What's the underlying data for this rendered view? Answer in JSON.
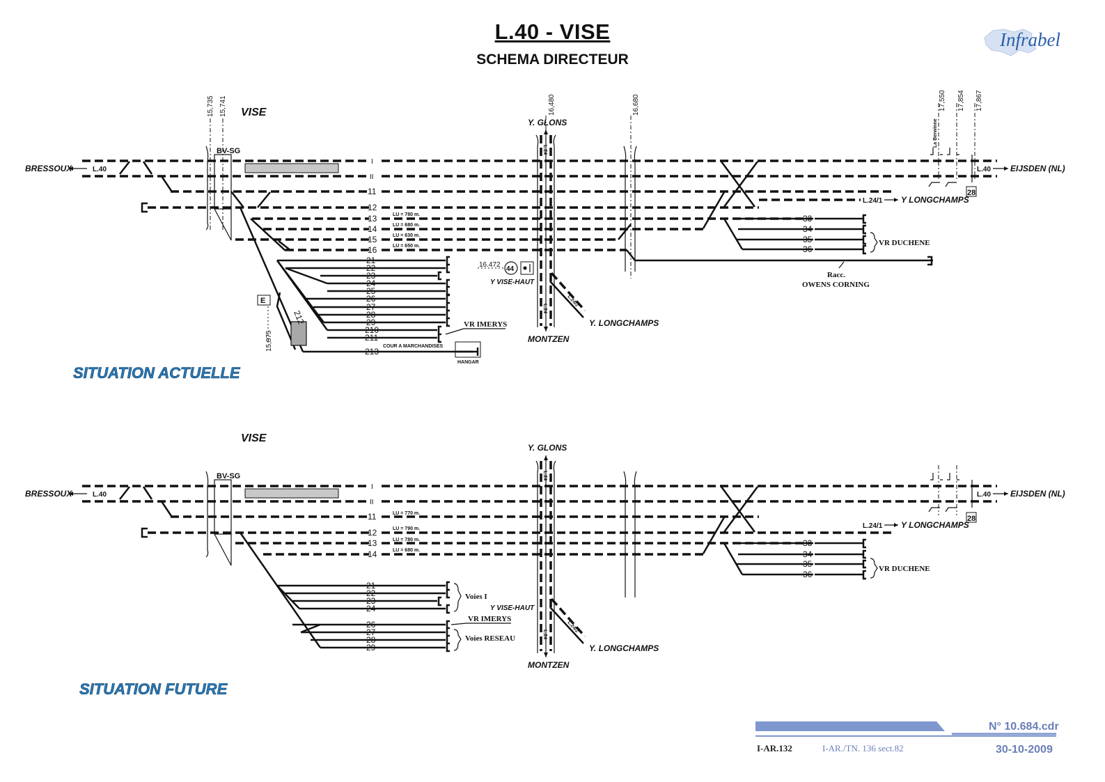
{
  "header": {
    "title": "L.40 - VISE",
    "subtitle": "SCHEMA DIRECTEUR"
  },
  "logo": {
    "text": "Infrabel",
    "color": "#2b5ea8"
  },
  "colors": {
    "section_title": "#2a7ab8",
    "footer_bar": "#7f97cf",
    "building": "#c8c8c8"
  },
  "km_markers": [
    "15,735",
    "15,741",
    "16,480",
    "16,680",
    "17,550",
    "17,854",
    "17,867",
    "15,875",
    "16.472"
  ],
  "actuelle": {
    "section_title": "SITUATION ACTUELLE",
    "station": "VISE",
    "west": "BRESSOUX",
    "east": "EIJSDEN (NL)",
    "line_w": "L.40",
    "line_e": "L.40",
    "bv": "BV-SG",
    "north": "Y. GLONS",
    "south": "MONTZEN",
    "branch": "Y. LONGCHAMPS",
    "l241": "L.24/1",
    "l241_dest": "Y LONGCHAMPS",
    "l24": "L.24",
    "l242": "L.24/2",
    "vise_haut": "Y VISE-HAUT",
    "signal": "44",
    "box28": "28",
    "box_e": "E",
    "la_berwinne": "La Berwinne",
    "main_tracks": [
      "I",
      "II",
      "11",
      "12",
      "13",
      "14",
      "15",
      "16"
    ],
    "lu": [
      "LU = 780 m.",
      "LU = 680 m.",
      "LU = 630 m.",
      "LU = 650 m."
    ],
    "yard": [
      "21",
      "22",
      "23",
      "24",
      "25",
      "26",
      "27",
      "28",
      "29",
      "210",
      "211",
      "213"
    ],
    "t212": "212",
    "vr_imerys": "VR IMERYS",
    "cour": "COUR A MARCHANDISES",
    "hangar": "HANGAR",
    "east_yard": [
      "33",
      "34",
      "35",
      "36"
    ],
    "vr_duchene": "VR DUCHENE",
    "racc": "Racc.",
    "owens": "OWENS CORNING"
  },
  "future": {
    "section_title": "SITUATION FUTURE",
    "station": "VISE",
    "west": "BRESSOUX",
    "east": "EIJSDEN (NL)",
    "line_w": "L.40",
    "line_e": "L.40",
    "bv": "BV-SG",
    "north": "Y. GLONS",
    "south": "MONTZEN",
    "branch": "Y. LONGCHAMPS",
    "l241": "L.24/1",
    "l241_dest": "Y LONGCHAMPS",
    "l24": "L.24",
    "l242": "L.24/2",
    "vise_haut": "Y VISE-HAUT",
    "box28": "28",
    "main_tracks": [
      "I",
      "II",
      "11",
      "12",
      "13",
      "14"
    ],
    "lu": [
      "LU = 770 m.",
      "LU = 790 m.",
      "LU = 780 m.",
      "LU = 680 m."
    ],
    "yard": [
      "21",
      "22",
      "23",
      "24",
      "26",
      "27",
      "28",
      "29"
    ],
    "voies1": "Voies I",
    "vr_imerys": "VR IMERYS",
    "voies_reseau": "Voies RESEAU",
    "east_yard": [
      "33",
      "34",
      "35",
      "36"
    ],
    "vr_duchene": "VR DUCHENE"
  },
  "footer": {
    "doc_no": "N° 10.684.cdr",
    "ref1": "I-AR.132",
    "ref2": "I-AR./TN. 136  sect.82",
    "date": "30-10-2009"
  }
}
